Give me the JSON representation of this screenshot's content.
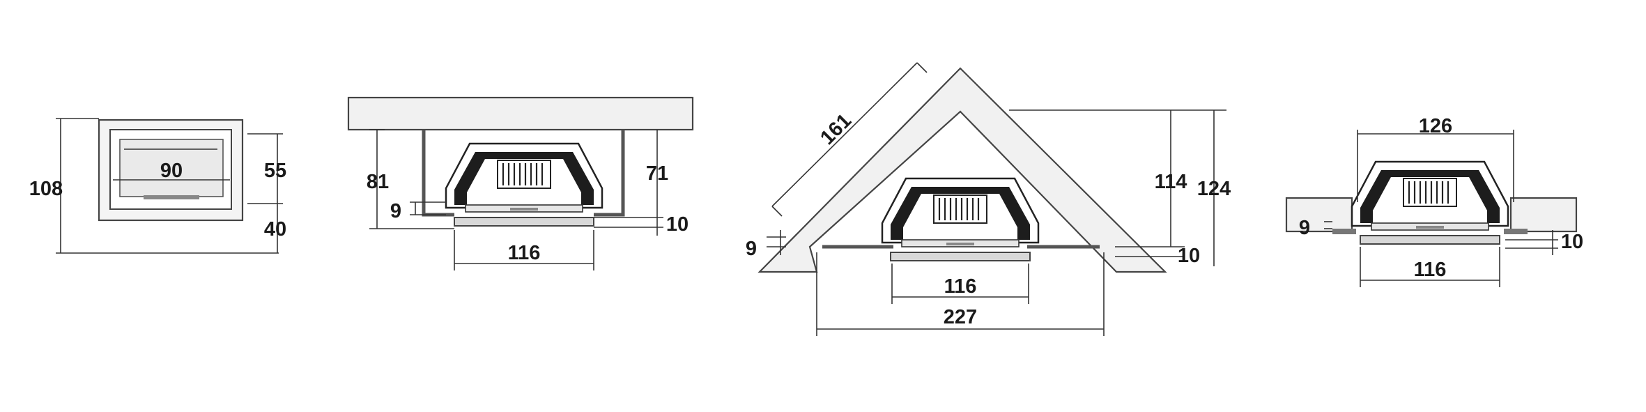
{
  "diagram_1": {
    "height": "108",
    "width": "90",
    "upper": "55",
    "lower": "40"
  },
  "diagram_2": {
    "left_height": "81",
    "right_height": "71",
    "offset": "9",
    "depth": "10",
    "width": "116"
  },
  "diagram_3": {
    "diagonal": "161",
    "offset": "9",
    "inner_height": "114",
    "outer_height": "124",
    "depth": "10",
    "inner_width": "116",
    "outer_width": "227"
  },
  "diagram_4": {
    "top_width": "126",
    "offset": "9",
    "depth": "10",
    "width": "116"
  },
  "colors": {
    "wall_fill": "#f1f1f1",
    "body_dark": "#1d1d1d",
    "grey": "#d8d8d8"
  }
}
